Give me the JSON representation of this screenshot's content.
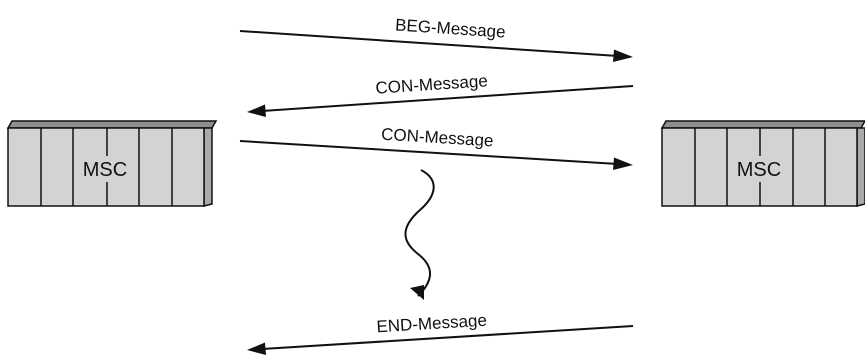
{
  "nodes": {
    "left_msc": {
      "label": "MSC"
    },
    "right_msc": {
      "label": "MSC"
    }
  },
  "messages": [
    {
      "label": "BEG-Message",
      "direction": "left-to-right"
    },
    {
      "label": "CON-Message",
      "direction": "right-to-left"
    },
    {
      "label": "CON-Message",
      "direction": "left-to-right"
    },
    {
      "label": "END-Message",
      "direction": "right-to-left"
    }
  ],
  "colors": {
    "line": "#111111",
    "rack_body": "#d3d3d3",
    "rack_top": "#8f8f8f",
    "background": "#ffffff"
  }
}
